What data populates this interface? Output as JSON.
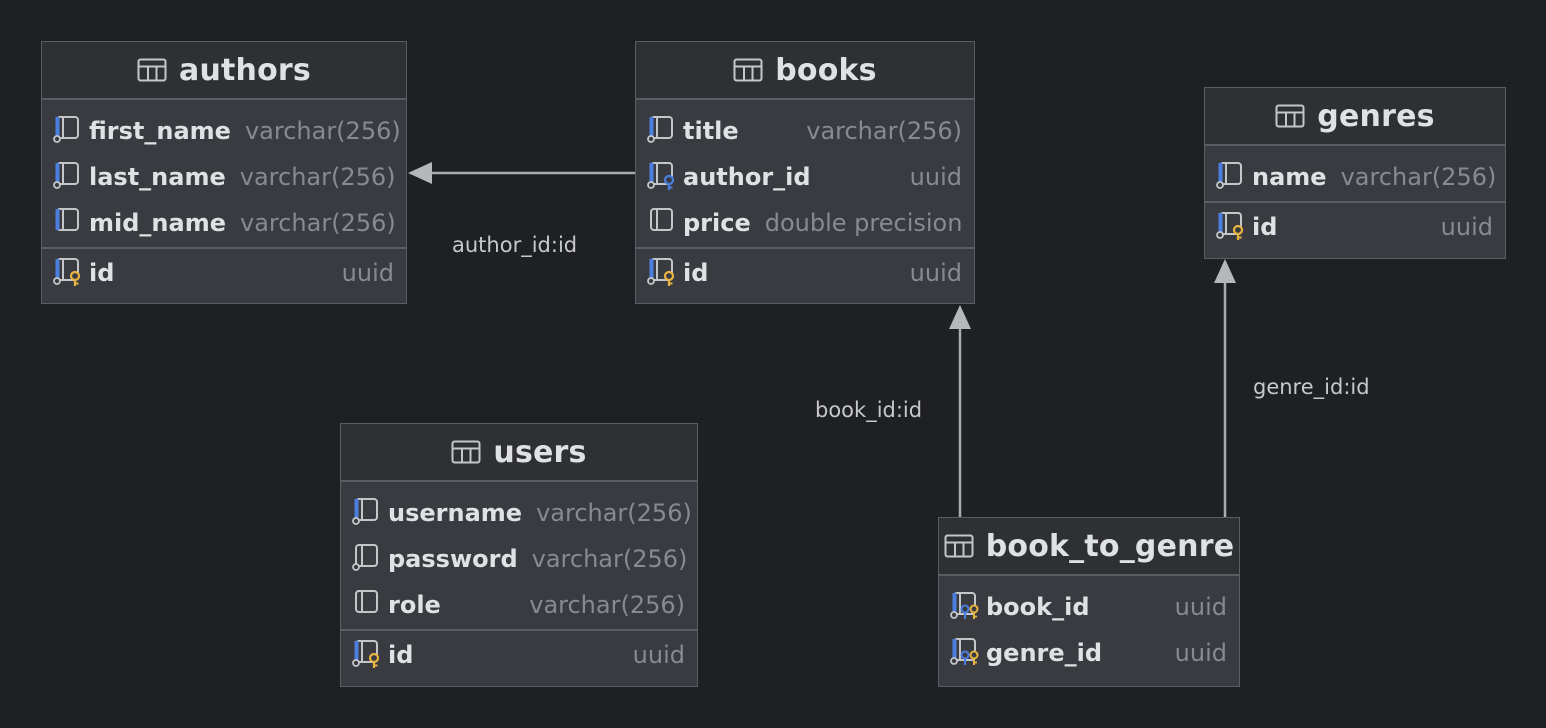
{
  "tables": {
    "authors": {
      "title": "authors",
      "columns": [
        {
          "name": "first_name",
          "type": "varchar(256)"
        },
        {
          "name": "last_name",
          "type": "varchar(256)"
        },
        {
          "name": "mid_name",
          "type": "varchar(256)"
        }
      ],
      "key": {
        "name": "id",
        "type": "uuid"
      }
    },
    "books": {
      "title": "books",
      "columns": [
        {
          "name": "title",
          "type": "varchar(256)"
        },
        {
          "name": "author_id",
          "type": "uuid"
        },
        {
          "name": "price",
          "type": "double precision"
        }
      ],
      "key": {
        "name": "id",
        "type": "uuid"
      }
    },
    "genres": {
      "title": "genres",
      "columns": [
        {
          "name": "name",
          "type": "varchar(256)"
        }
      ],
      "key": {
        "name": "id",
        "type": "uuid"
      }
    },
    "users": {
      "title": "users",
      "columns": [
        {
          "name": "username",
          "type": "varchar(256)"
        },
        {
          "name": "password",
          "type": "varchar(256)"
        },
        {
          "name": "role",
          "type": "varchar(256)"
        }
      ],
      "key": {
        "name": "id",
        "type": "uuid"
      }
    },
    "book_to_genre": {
      "title": "book_to_genre",
      "columns": [
        {
          "name": "book_id",
          "type": "uuid"
        },
        {
          "name": "genre_id",
          "type": "uuid"
        }
      ]
    }
  },
  "relations": {
    "books_authors": "author_id:id",
    "book_to_genre_books": "book_id:id",
    "book_to_genre_genres": "genre_id:id"
  },
  "icons": {
    "table": "table-icon",
    "column": "column-icon",
    "not_null_column": "not-null-column-icon",
    "primary_key": "primary-key-icon",
    "foreign_key": "foreign-key-icon",
    "composite_key": "composite-key-icon"
  },
  "colors": {
    "background": "#1f2023",
    "table_body": "#393b40",
    "table_header": "#2f3034",
    "border": "#5a5d63",
    "key_yellow": "#e8b441",
    "fk_blue": "#4a7fe0",
    "edge": "#a9abaf"
  }
}
